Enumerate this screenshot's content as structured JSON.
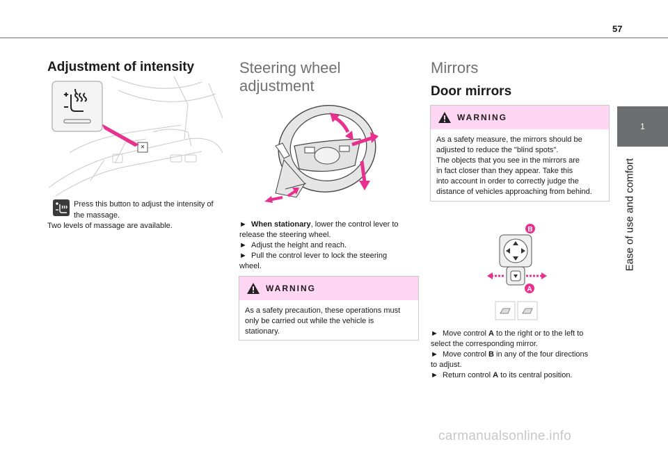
{
  "page": {
    "number": "57"
  },
  "sidebar": {
    "chapter_number": "1",
    "chapter_title": "Ease of use and comfort"
  },
  "col1": {
    "heading": "Adjustment of intensity",
    "text_line1": "Press this button to adjust the intensity of",
    "text_line2": "the massage.",
    "text_line3": "Two levels of massage are available."
  },
  "col2": {
    "heading_line1": "Steering wheel",
    "heading_line2": "adjustment",
    "steps": [
      {
        "marker": "►",
        "bold": "When stationary",
        "text": ", lower the control lever to",
        "cont": "release the steering wheel."
      },
      {
        "marker": "►",
        "text": "Adjust the height and reach."
      },
      {
        "marker": "►",
        "text": "Pull the control lever to lock the steering",
        "cont": "wheel."
      }
    ],
    "warning": {
      "title": "WARNING",
      "lines": [
        "As a safety precaution, these operations must",
        "only be carried out while the vehicle is",
        "stationary."
      ]
    }
  },
  "col3": {
    "heading": "Mirrors",
    "subheading": "Door mirrors",
    "warning": {
      "title": "WARNING",
      "lines": [
        "As a safety measure, the mirrors should be",
        "adjusted to reduce the \"blind spots\".",
        "The objects that you see in the mirrors are",
        "in fact closer than they appear. Take this",
        "into account in order to correctly judge the",
        "distance of vehicles approaching from behind."
      ]
    },
    "labels": {
      "a": "A",
      "b": "B"
    },
    "steps": [
      {
        "marker": "►",
        "pre": "Move control ",
        "key": "A",
        "post": " to the right or to the left to",
        "cont": "select the corresponding mirror."
      },
      {
        "marker": "►",
        "pre": "Move control ",
        "key": "B",
        "post": " in any of the four directions",
        "cont": "to adjust."
      },
      {
        "marker": "►",
        "pre": "Return control ",
        "key": "A",
        "post": " to its central position."
      }
    ]
  },
  "watermark": "carmanualsonline.info",
  "colors": {
    "accent_pink": "#e8308f",
    "warning_bg": "#ffd6f4",
    "tab_gray": "#6d6e70"
  },
  "icons": [
    "massage-icon",
    "warning-icon",
    "steering-wheel-illustration",
    "mirror-control-illustration",
    "seat-illustration"
  ]
}
